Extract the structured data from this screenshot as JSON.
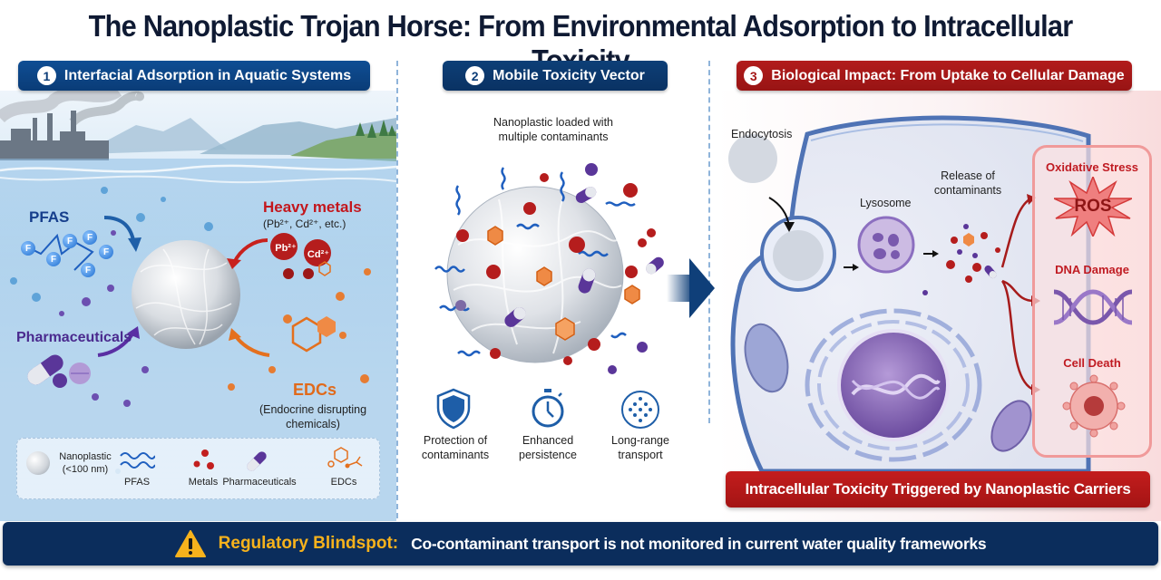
{
  "title": "The Nanoplastic Trojan Horse: From Environmental Adsorption to Intracellular Toxicity",
  "sections": [
    {
      "number": "1",
      "header": "Interfacial Adsorption in Aquatic Systems",
      "labels": {
        "pfas": "PFAS",
        "heavy_metals": "Heavy metals",
        "heavy_metals_sub": "(Pb²⁺, Cd²⁺, etc.)",
        "pb": "Pb²⁺",
        "cd": "Cd²⁺",
        "pharmaceuticals": "Pharmaceuticals",
        "edcs": "EDCs",
        "edcs_sub_1": "(Endocrine disrupting",
        "edcs_sub_2": "chemicals)",
        "pfas_atom": "F"
      },
      "legend": [
        {
          "icon": "nanoplastic-sphere-icon",
          "label": "Nanoplastic",
          "sub": "(<100 nm)"
        },
        {
          "icon": "pfas-wave-icon",
          "label": "PFAS"
        },
        {
          "icon": "metals-dots-icon",
          "label": "Metals"
        },
        {
          "icon": "pill-capsule-icon",
          "label": "Pharmaceuticals"
        },
        {
          "icon": "edc-molecule-icon",
          "label": "EDCs"
        }
      ]
    },
    {
      "number": "2",
      "header": "Mobile Toxicity Vector",
      "caption_1": "Nanoplastic loaded with",
      "caption_2": "multiple contaminants",
      "features": [
        {
          "icon": "shield-icon",
          "line1": "Protection of",
          "line2": "contaminants"
        },
        {
          "icon": "stopwatch-icon",
          "line1": "Enhanced",
          "line2": "persistence"
        },
        {
          "icon": "dispersion-circle-icon",
          "line1": "Long-range",
          "line2": "transport"
        }
      ]
    },
    {
      "number": "3",
      "header": "Biological Impact: From Uptake to Cellular Damage",
      "labels": {
        "endocytosis": "Endocytosis",
        "lysosome": "Lysosome",
        "release_1": "Release of",
        "release_2": "contaminants"
      },
      "effects": [
        {
          "label": "Oxidative Stress",
          "badge": "ROS"
        },
        {
          "label": "DNA Damage"
        },
        {
          "label": "Cell Death"
        }
      ],
      "banner": "Intracellular Toxicity Triggered by Nanoplastic Carriers"
    }
  ],
  "footer": {
    "warning_label": "Regulatory Blindspot:",
    "message": "Co-contaminant transport is not monitored in current water quality frameworks"
  },
  "colors": {
    "navy": "#0b2d5c",
    "header_blue": "#0c4584",
    "header_red": "#a91818",
    "warning_yellow": "#f7b21c",
    "pfas_blue": "#1f5fbf",
    "metal_red": "#b51d1d",
    "pharma_purple": "#5a3699",
    "edc_orange": "#e4701e"
  }
}
